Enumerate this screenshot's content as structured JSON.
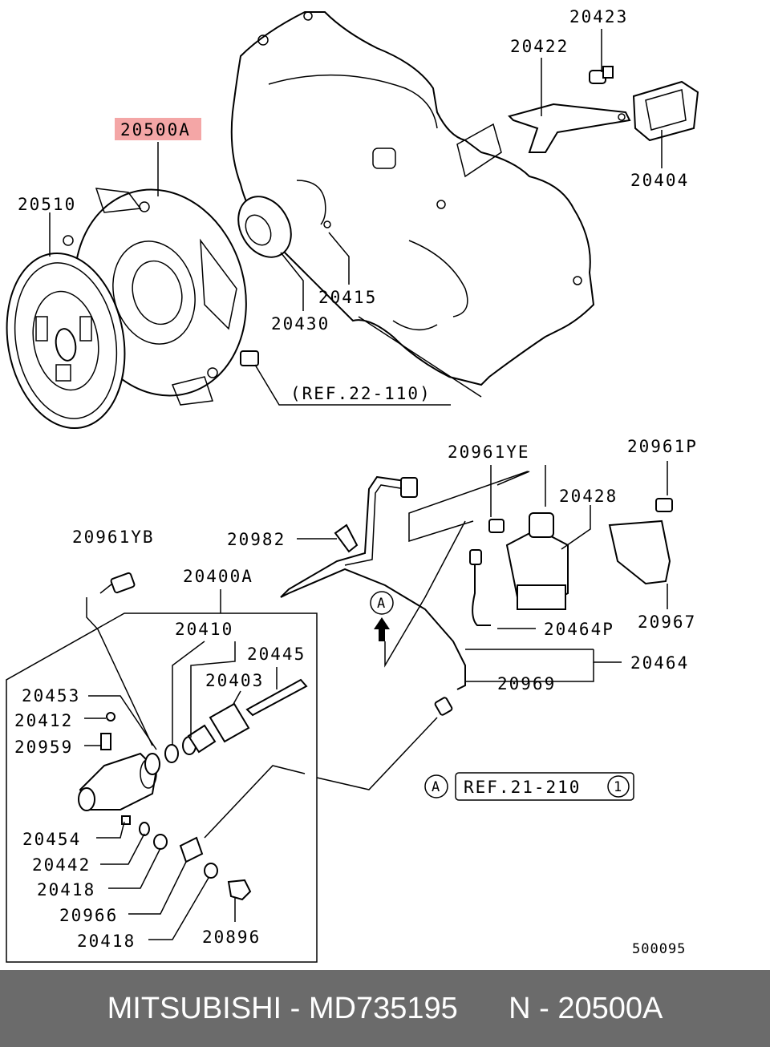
{
  "labels": {
    "p20500A": "20500A",
    "p20510": "20510",
    "p20430": "20430",
    "p20415": "20415",
    "p20423": "20423",
    "p20422": "20422",
    "p20404": "20404",
    "ref22": "(REF.22-110)",
    "p20961YE": "20961YE",
    "p20961P": "20961P",
    "p20428": "20428",
    "p20982": "20982",
    "p20961YB": "20961YB",
    "p20400A": "20400A",
    "p20967": "20967",
    "p20464P": "20464P",
    "p20464": "20464",
    "p20410": "20410",
    "p20445": "20445",
    "p20403": "20403",
    "p20453": "20453",
    "p20412": "20412",
    "p20959": "20959",
    "p20969": "20969",
    "refA": "A",
    "ref21": "REF.21-210",
    "ref21num": "1",
    "p20454": "20454",
    "p20442": "20442",
    "p20418a": "20418",
    "p20966": "20966",
    "p20418b": "20418",
    "p20896": "20896",
    "diagram_code": "500095"
  },
  "highlight_color": "#f4a6a6",
  "footer": {
    "brand": "MITSUBISHI",
    "sep1": " - ",
    "part_number": "MD735195",
    "gap": "      ",
    "code_prefix": "N",
    "sep2": " - ",
    "code": "20500A"
  }
}
